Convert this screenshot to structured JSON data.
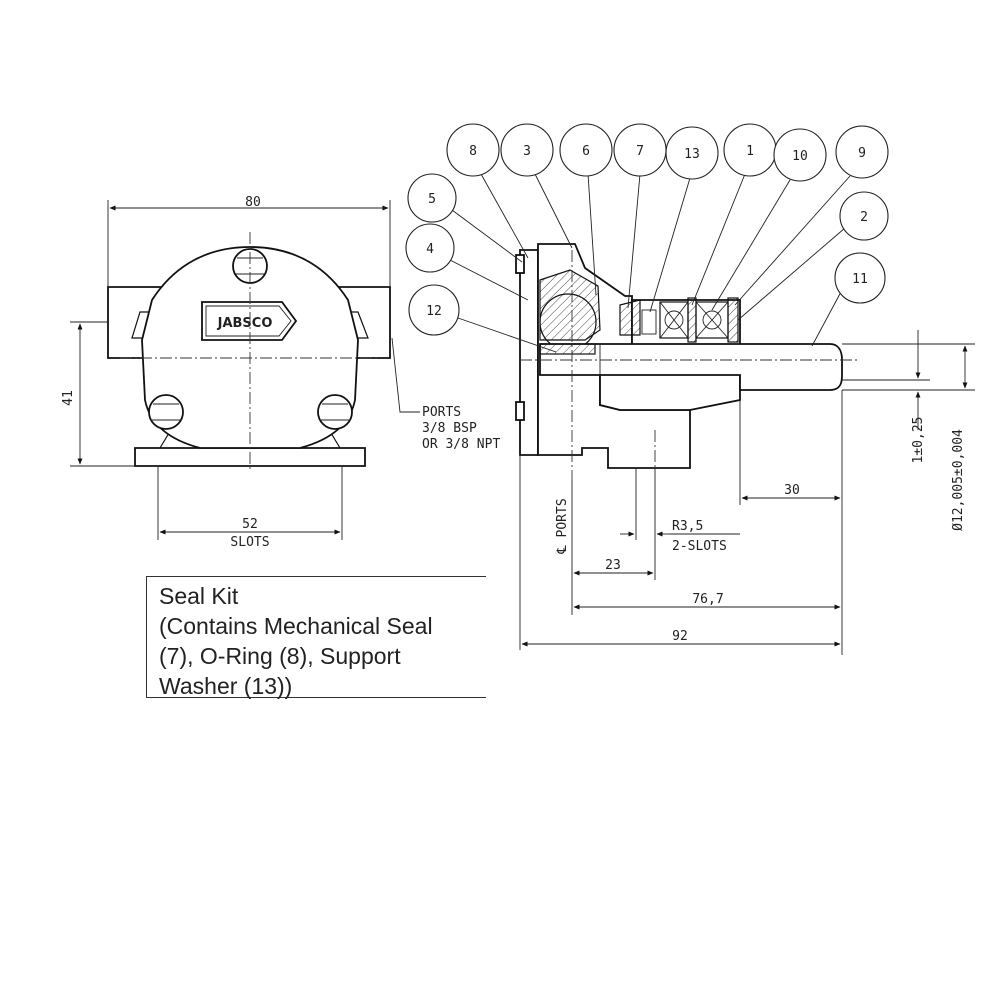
{
  "front_view": {
    "logo": "JABSCO",
    "dim_width": "80",
    "dim_height": "41",
    "dim_slots": "52",
    "dim_slots_label": "SLOTS",
    "ports_note": [
      "PORTS",
      "3/8 BSP",
      "OR 3/8 NPT"
    ]
  },
  "side_view": {
    "part_callouts": [
      "8",
      "3",
      "6",
      "7",
      "13",
      "1",
      "10",
      "9",
      "5",
      "4",
      "2",
      "12",
      "11"
    ],
    "dim_shaft_flat": "1±0,25",
    "dim_shaft_dia": "Ø12,005±0,004",
    "dim_shaft_length": "30",
    "dim_slot_radius": "R3,5",
    "dim_slot_label": "2-SLOTS",
    "ports_centerline": "℄ PORTS",
    "dim_23": "23",
    "dim_76_7": "76,7",
    "dim_92": "92"
  },
  "note": {
    "lines": [
      "Seal Kit",
      "(Contains Mechanical Seal",
      "(7), O-Ring (8), Support",
      "Washer (13))"
    ]
  }
}
